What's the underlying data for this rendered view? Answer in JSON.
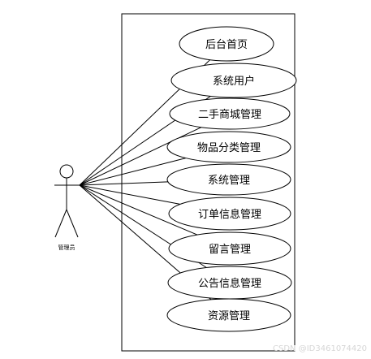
{
  "diagram": {
    "actor": {
      "label": "管理员"
    },
    "use_cases": [
      {
        "label": "后台首页"
      },
      {
        "label": "系统用户"
      },
      {
        "label": "二手商城管理"
      },
      {
        "label": "物品分类管理"
      },
      {
        "label": "系统管理"
      },
      {
        "label": "订单信息管理"
      },
      {
        "label": "留言管理"
      },
      {
        "label": "公告信息管理"
      },
      {
        "label": "资源管理"
      }
    ],
    "watermark": "CSDN @ID3461074420"
  }
}
